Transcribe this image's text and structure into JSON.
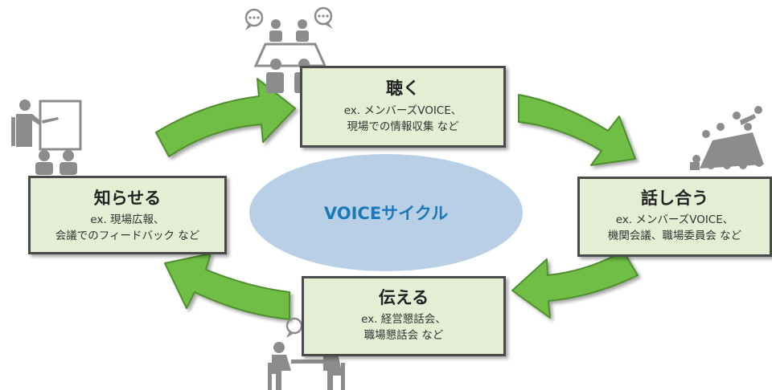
{
  "center": {
    "label": "VOICEサイクル"
  },
  "steps": [
    {
      "title": "聴く",
      "line1": "ex. メンバーズVOICE、",
      "line2": "現場での情報収集 など"
    },
    {
      "title": "話し合う",
      "line1": "ex. メンバーズVOICE、",
      "line2": "機関会議、職場委員会 など"
    },
    {
      "title": "伝える",
      "line1": "ex. 経営懇話会、",
      "line2": "職場懇話会 など"
    },
    {
      "title": "知らせる",
      "line1": "ex. 現場広報、",
      "line2": "会議でのフィードバック など"
    }
  ],
  "colors": {
    "arrow_fill": "#6fbe44",
    "arrow_stroke": "#4f8f2f",
    "box_fill": "#e3eed4",
    "ellipse_fill": "#b9cfe6",
    "center_text": "#1a7ab8",
    "icon_gray": "#8c8c8c"
  },
  "icons": [
    "meeting-table-chat-icon",
    "group-meeting-icon",
    "dialogue-chat-icon",
    "presenter-icon"
  ]
}
